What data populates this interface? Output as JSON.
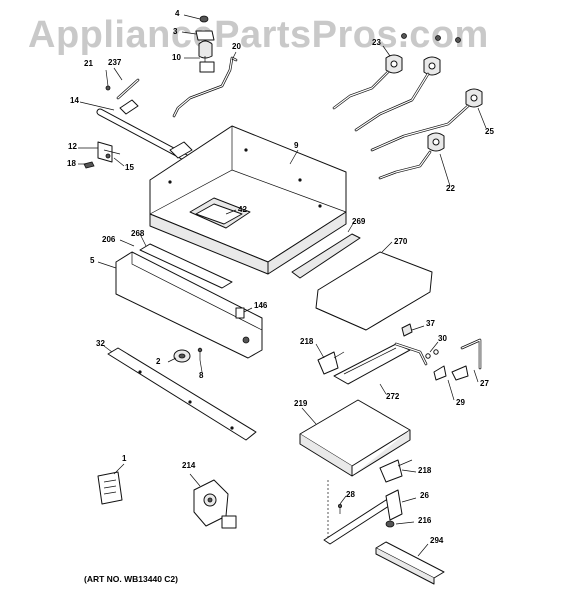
{
  "watermark": "AppliancePartsPros.com",
  "art_number": "(ART NO. WB13440 C2)",
  "callouts": {
    "p4": "4",
    "p3": "3",
    "p10": "10",
    "p20": "20",
    "p23": "23",
    "p21": "21",
    "p237": "237",
    "p14": "14",
    "p12": "12",
    "p18": "18",
    "p15": "15",
    "p9": "9",
    "p25": "25",
    "p22": "22",
    "p42": "42",
    "p206": "206",
    "p268": "268",
    "p269": "269",
    "p270": "270",
    "p5": "5",
    "p146": "146",
    "p37": "37",
    "p32": "32",
    "p218a": "218",
    "p30": "30",
    "p2": "2",
    "p8": "8",
    "p27": "27",
    "p272": "272",
    "p29": "29",
    "p219": "219",
    "p1": "1",
    "p214": "214",
    "p218b": "218",
    "p28": "28",
    "p26": "26",
    "p216": "216",
    "p294": "294"
  }
}
